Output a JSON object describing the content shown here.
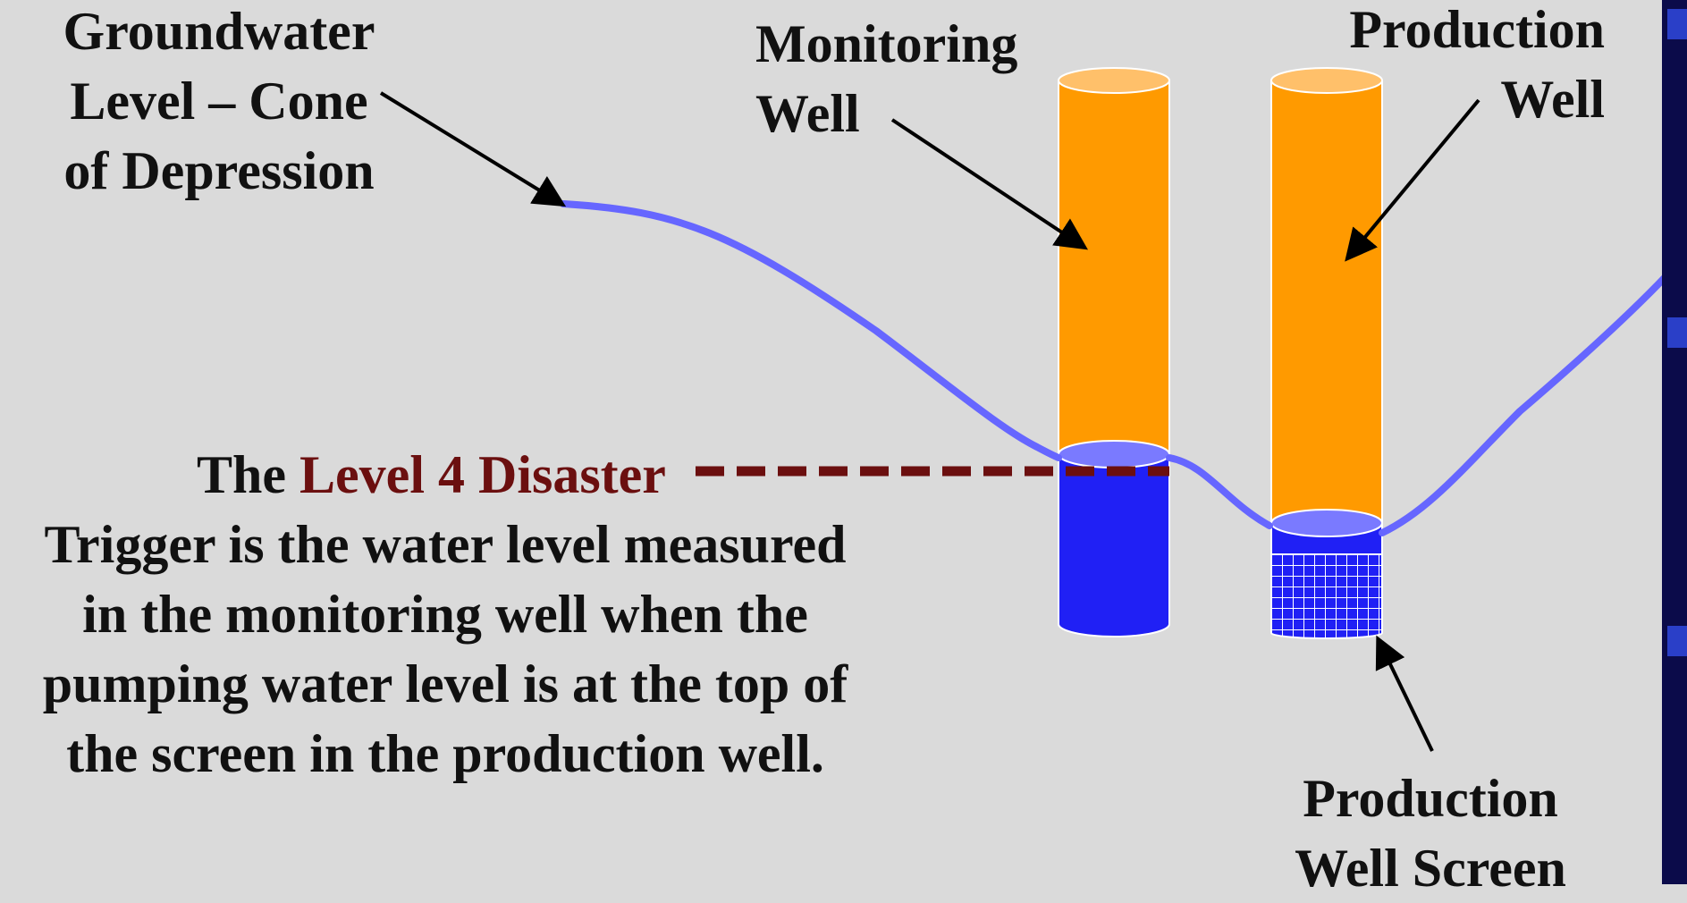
{
  "labels": {
    "groundwater": [
      "Groundwater",
      "Level – Cone",
      "of Depression"
    ],
    "monitoring_well": [
      "Monitoring",
      "Well"
    ],
    "production_well": [
      "Production",
      "Well"
    ],
    "production_well_screen": [
      "Production",
      "Well Screen"
    ],
    "trigger": {
      "prefix": "The ",
      "highlight": "Level 4 Disaster",
      "lines": [
        "Trigger is the water level measured",
        "in the monitoring well when the",
        "pumping water level is at the top of",
        "the screen in the production well."
      ]
    }
  },
  "colors": {
    "background": "#dadada",
    "well_casing": "#ff9a00",
    "water": "#2020f5",
    "groundwater_curve": "#6666ff",
    "dashed_line": "#6b0f0f",
    "text": "#111111",
    "accent_text": "#6b0f0f",
    "side_bar": "#0b0b4a"
  }
}
